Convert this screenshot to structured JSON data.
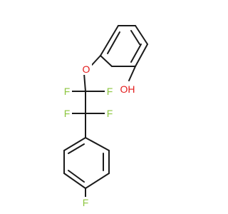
{
  "molecule": {
    "atoms": [
      {
        "id": "O1",
        "label": "O",
        "color": "#e31a1a"
      },
      {
        "id": "OH",
        "label": "OH",
        "color": "#e31a1a"
      },
      {
        "id": "F1",
        "label": "F",
        "color": "#8cc63f"
      },
      {
        "id": "F2",
        "label": "F",
        "color": "#8cc63f"
      },
      {
        "id": "F3",
        "label": "F",
        "color": "#8cc63f"
      },
      {
        "id": "F4",
        "label": "F",
        "color": "#8cc63f"
      },
      {
        "id": "F5",
        "label": "F",
        "color": "#8cc63f"
      }
    ],
    "bond_color": "#1a1a1a",
    "background": "#ffffff"
  }
}
